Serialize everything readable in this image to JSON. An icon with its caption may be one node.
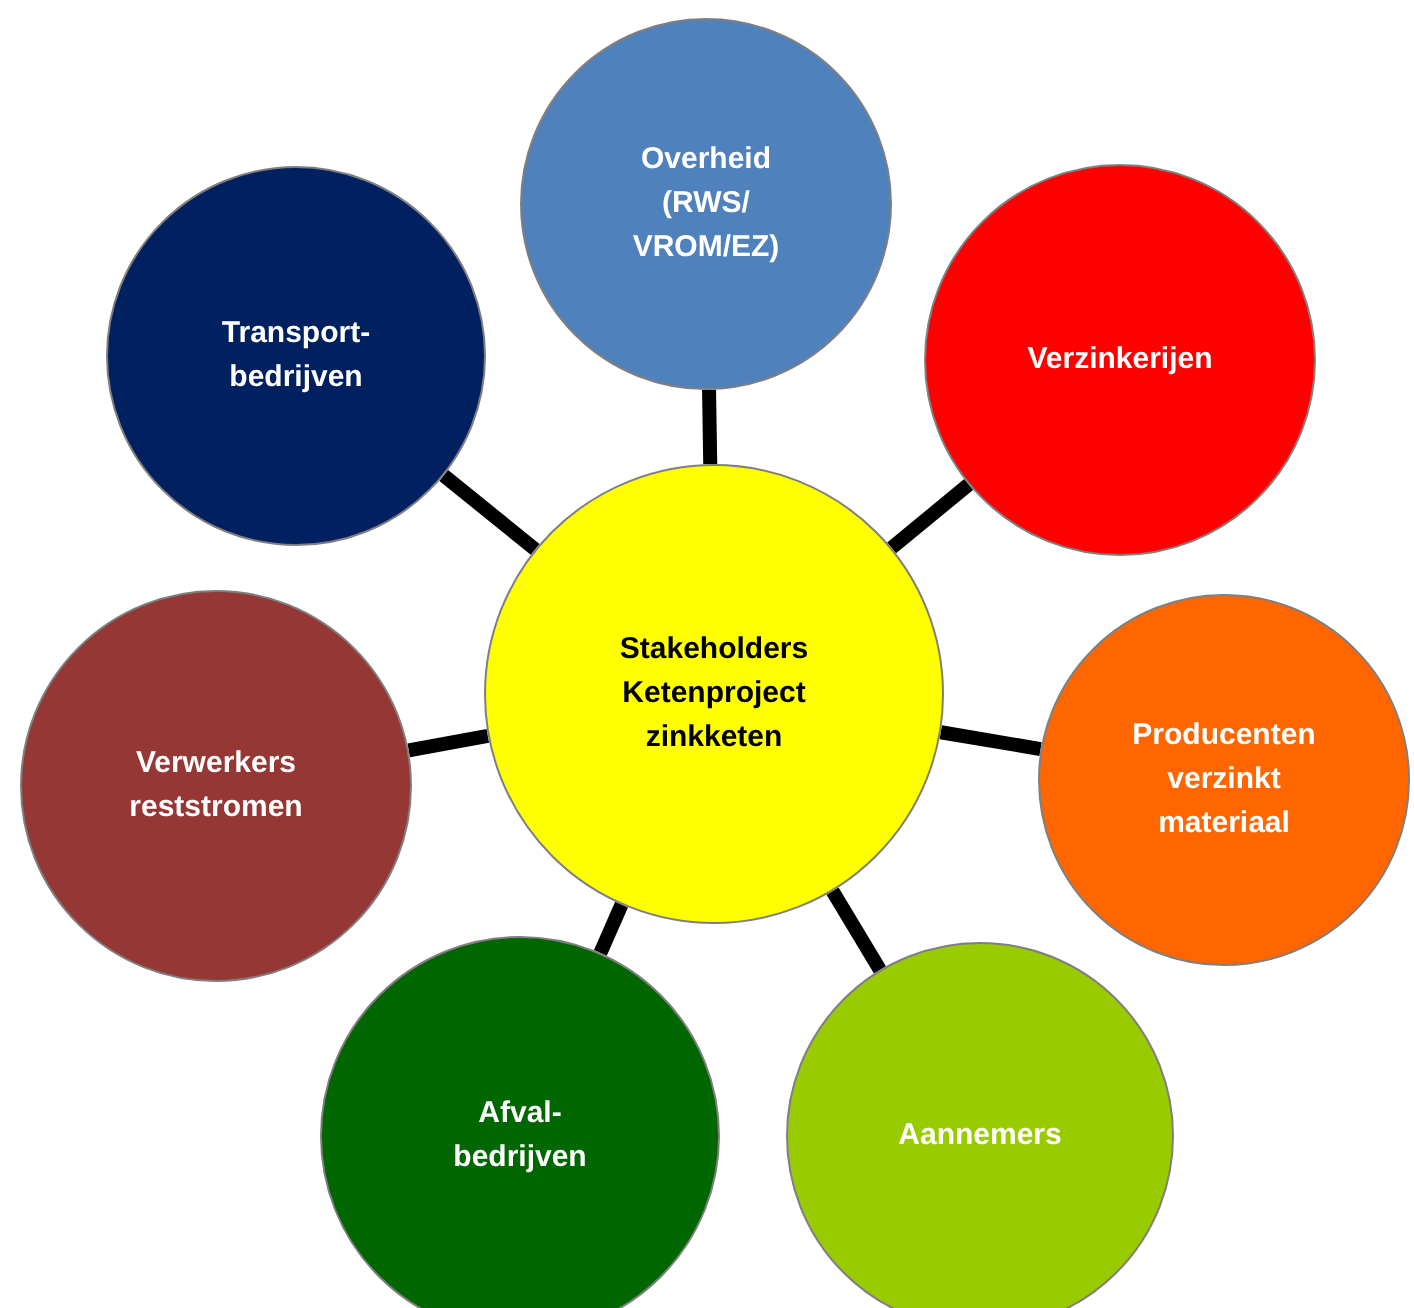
{
  "diagram": {
    "nodes": [
      {
        "text": [
          "Stakeholders Ketenproject zinkketen"
        ]
      },
      {
        "text": [
          "Overheid (RWS/ VROM/EZ)"
        ]
      },
      {
        "text": [
          "Verzinkerijen"
        ]
      },
      {
        "text": [
          "Producenten verzinkt materiaal"
        ]
      },
      {
        "text": [
          "Aannemers"
        ]
      },
      {
        "text": [
          "Afval- bedrijven"
        ]
      },
      {
        "text": [
          "Verwerkers reststromen"
        ]
      },
      {
        "text": [
          "Transport- bedrijven"
        ]
      }
    ],
    "edges": [
      {
        "from": 0,
        "to": 1,
        "arrow": "none"
      },
      {
        "from": 0,
        "to": 2,
        "arrow": "none"
      },
      {
        "from": 0,
        "to": 3,
        "arrow": "none"
      },
      {
        "from": 0,
        "to": 4,
        "arrow": "none"
      },
      {
        "from": 0,
        "to": 5,
        "arrow": "none"
      },
      {
        "from": 0,
        "to": 6,
        "arrow": "none"
      },
      {
        "from": 0,
        "to": 7,
        "arrow": "none"
      }
    ]
  }
}
